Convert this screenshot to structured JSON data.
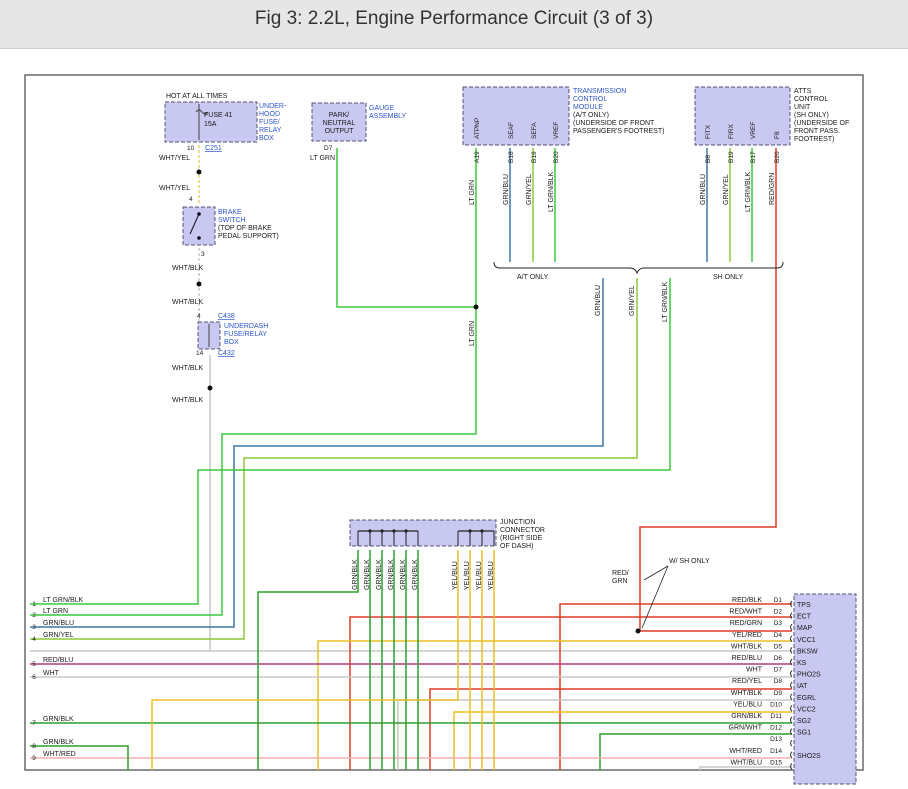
{
  "page": {
    "title": "Fig 3: 2.2L, Engine Performance Circuit (3 of 3)"
  },
  "colors": {
    "lt_grn": "#3cc83c",
    "grn": "#2aa02a",
    "grn_blu": "#3c78a8",
    "grn_yel": "#8cc83c",
    "yel": "#e8c020",
    "red": "#e03c28",
    "wht": "#c8c8c8",
    "pnk": "#d84878",
    "component_fill": "#c8c8f0",
    "component_border": "#555577",
    "label_blue": "#2d55c9"
  },
  "fuse_box": {
    "header": "HOT AT ALL TIMES",
    "fuse_line1": "FUSE 41",
    "fuse_line2": "15A",
    "loc1": "UNDER-",
    "loc2": "HOOD",
    "loc3": "FUSE/",
    "loc4": "RELAY",
    "loc5": "BOX",
    "pin": "10",
    "connector": "C251",
    "wire": "WHT/YEL"
  },
  "brake_switch": {
    "wire_in": "WHT/YEL",
    "pin_in": "4",
    "l1": "BRAKE",
    "l2": "SWITCH",
    "l3": "(TOP OF BRAKE",
    "l4": "PEDAL SUPPORT)",
    "pin_out": "3",
    "wire_out": "WHT/BLK"
  },
  "underdash_box": {
    "wire_in": "WHT/BLK",
    "pin_in": "4",
    "conn_in": "C438",
    "l1": "UNDERDASH",
    "l2": "FUSE/RELAY",
    "l3": "BOX",
    "pin_out": "14",
    "conn_out": "C432",
    "wire_out1": "WHT/BLK",
    "wire_out2": "WHT/BLK"
  },
  "gauge": {
    "l1": "PARK/",
    "l2": "NEUTRAL",
    "l3": "OUTPUT",
    "tag1": "GAUGE",
    "tag2": "ASSEMBLY",
    "pin": "D7",
    "wire": "LT GRN"
  },
  "tcm": {
    "l1": "TRANSMISSION",
    "l2": "CONTROL",
    "l3": "MODULE",
    "l4": "(A/T ONLY)",
    "l5": "(UNDERSIDE OF FRONT",
    "l6": "PASSENGER'S FOOTREST)",
    "pins": [
      {
        "name": "ATPNP",
        "num": "A19",
        "wire": "LT GRN"
      },
      {
        "name": "SEAF",
        "num": "B18",
        "wire": "GRN/BLU"
      },
      {
        "name": "SEFA",
        "num": "B19",
        "wire": "GRN/YEL"
      },
      {
        "name": "VREF",
        "num": "B20",
        "wire": "LT GRN/BLK"
      }
    ]
  },
  "atts": {
    "l1": "ATTS",
    "l2": "CONTROL",
    "l3": "UNIT",
    "l4": "(SH ONLY)",
    "l5": "(UNDERSIDE OF",
    "l6": "FRONT PASS.",
    "l7": "FOOTREST)",
    "pins": [
      {
        "name": "FITX",
        "num": "B8",
        "wire": "GRN/BLU"
      },
      {
        "name": "FIRX",
        "num": "B19",
        "wire": "GRN/YEL"
      },
      {
        "name": "VREF",
        "num": "B17",
        "wire": "LT GRN/BLK"
      },
      {
        "name": "F8",
        "num": "B20",
        "wire": "RED/GRN"
      }
    ]
  },
  "splits": {
    "at_only": "A/T ONLY",
    "sh_only": "SH ONLY"
  },
  "mid_wires": {
    "lt_grn": "LT GRN",
    "grn_blu": "GRN/BLU",
    "grn_yel": "GRN/YEL",
    "lt_grn_blk": "LT GRN/BLK"
  },
  "junction": {
    "l1": "JUNCTION",
    "l2": "CONNECTOR",
    "l3": "(RIGHT SIDE",
    "l4": "OF DASH)",
    "wires": [
      "GRN/BLK",
      "GRN/BLK",
      "GRN/BLK",
      "GRN/BLK",
      "GRN/BLK",
      "GRN/BLK",
      "YEL/BLU",
      "YEL/BLU",
      "YEL/BLU",
      "YEL/BLU"
    ]
  },
  "sh_note": {
    "wire1": "RED/",
    "wire2": "GRN",
    "note": "W/ SH ONLY"
  },
  "left_wires": [
    {
      "num": "1",
      "label": "LT GRN/BLK"
    },
    {
      "num": "2",
      "label": "LT GRN"
    },
    {
      "num": "3",
      "label": "GRN/BLU"
    },
    {
      "num": "4",
      "label": "GRN/YEL"
    },
    {
      "num": "5",
      "label": "RED/BLU"
    },
    {
      "num": "6",
      "label": "WHT"
    },
    {
      "num": "7",
      "label": "GRN/BLK"
    },
    {
      "num": "8",
      "label": "GRN/BLK"
    },
    {
      "num": "9",
      "label": "WHT/RED"
    }
  ],
  "pcm_rows": [
    {
      "wire": "RED/BLK",
      "pin": "D1",
      "signal": "TPS"
    },
    {
      "wire": "RED/WHT",
      "pin": "D2",
      "signal": "ECT"
    },
    {
      "wire": "RED/GRN",
      "pin": "D3",
      "signal": "MAP"
    },
    {
      "wire": "YEL/RED",
      "pin": "D4",
      "signal": "VCC1"
    },
    {
      "wire": "WHT/BLK",
      "pin": "D5",
      "signal": "BKSW"
    },
    {
      "wire": "RED/BLU",
      "pin": "D6",
      "signal": "KS"
    },
    {
      "wire": "WHT",
      "pin": "D7",
      "signal": "PHO2S"
    },
    {
      "wire": "RED/YEL",
      "pin": "D8",
      "signal": "IAT"
    },
    {
      "wire": "WHT/BLK",
      "pin": "D9",
      "signal": "EGRL"
    },
    {
      "wire": "YEL/BLU",
      "pin": "D10",
      "signal": "VCC2"
    },
    {
      "wire": "GRN/BLK",
      "pin": "D11",
      "signal": "SG2"
    },
    {
      "wire": "GRN/WHT",
      "pin": "D12",
      "signal": "SG1"
    },
    {
      "wire": "",
      "pin": "D13",
      "signal": ""
    },
    {
      "wire": "WHT/RED",
      "pin": "D14",
      "signal": "SHO2S"
    },
    {
      "wire": "WHT/BLU",
      "pin": "D15",
      "signal": ""
    }
  ]
}
